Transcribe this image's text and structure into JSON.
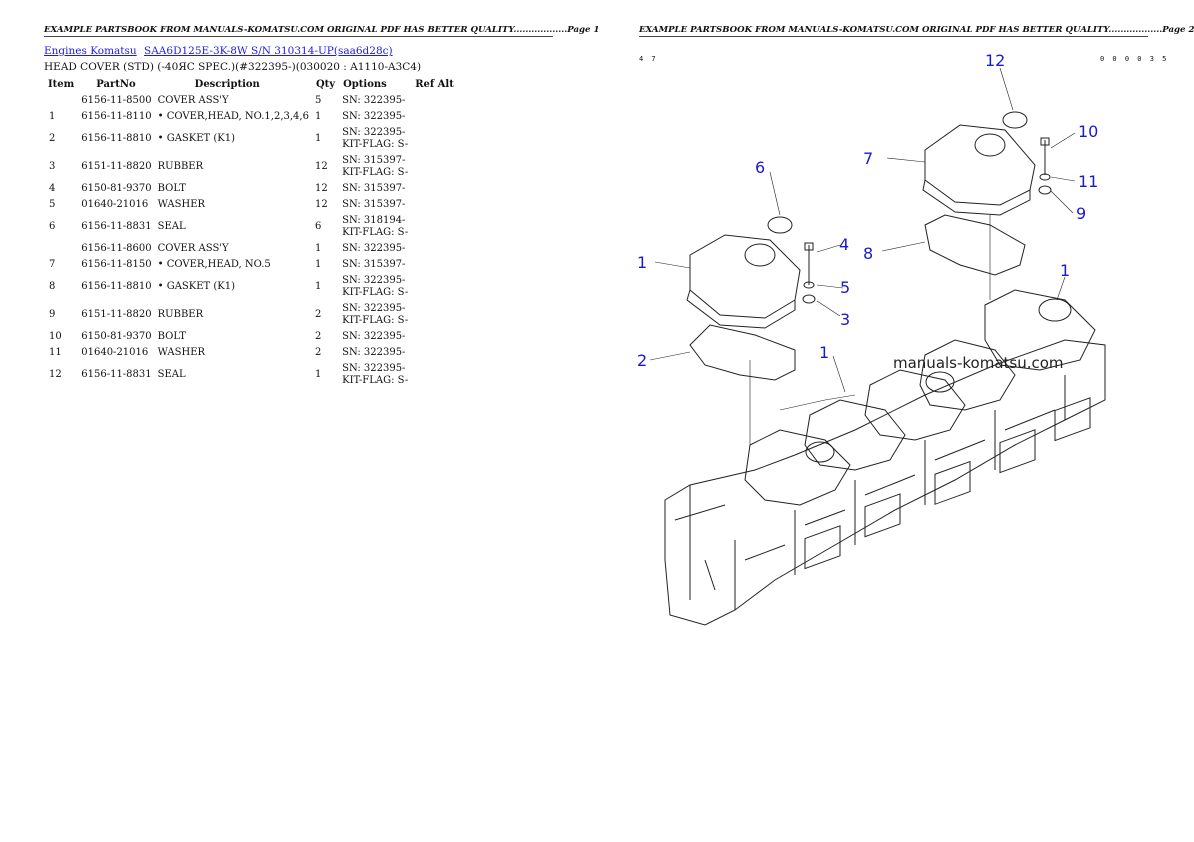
{
  "pages": [
    {
      "header": "EXAMPLE PARTSBOOK FROM MANUALS-KOMATSU.COM ORIGINAL PDF HAS BETTER QUALITY..................Page 1"
    },
    {
      "header": "EXAMPLE PARTSBOOK FROM MANUALS-KOMATSU.COM ORIGINAL PDF HAS BETTER QUALITY..................Page 2"
    }
  ],
  "breadcrumb": {
    "link1": "Engines Komatsu",
    "link2": "SAA6D125E-3K-8W S/N 310314-UP(saa6d28c)"
  },
  "section_title": "HEAD COVER (STD) (-40ЯC SPEC.)(#322395-)(030020 : A1110-A3C4)",
  "table": {
    "headers": [
      "Item",
      "PartNo",
      "Description",
      "Qty",
      "Options",
      "Ref Alt"
    ],
    "rows": [
      {
        "item": "",
        "part": "6156-11-8500",
        "desc": "COVER ASS'Y",
        "qty": "5",
        "opt1": "SN: 322395-",
        "opt2": ""
      },
      {
        "item": "1",
        "part": "6156-11-8110",
        "desc": "• COVER,HEAD, NO.1,2,3,4,6",
        "qty": "1",
        "opt1": "SN: 322395-",
        "opt2": ""
      },
      {
        "item": "2",
        "part": "6156-11-8810",
        "desc": "• GASKET (K1)",
        "qty": "1",
        "opt1": "SN: 322395-",
        "opt2": "KIT-FLAG: S-"
      },
      {
        "item": "3",
        "part": "6151-11-8820",
        "desc": "RUBBER",
        "qty": "12",
        "opt1": "SN: 315397-",
        "opt2": "KIT-FLAG: S-"
      },
      {
        "item": "4",
        "part": "6150-81-9370",
        "desc": "BOLT",
        "qty": "12",
        "opt1": "SN: 315397-",
        "opt2": ""
      },
      {
        "item": "5",
        "part": "01640-21016",
        "desc": "WASHER",
        "qty": "12",
        "opt1": "SN: 315397-",
        "opt2": ""
      },
      {
        "item": "6",
        "part": "6156-11-8831",
        "desc": "SEAL",
        "qty": "6",
        "opt1": "SN: 318194-",
        "opt2": "KIT-FLAG: S-"
      },
      {
        "item": "",
        "part": "6156-11-8600",
        "desc": "COVER ASS'Y",
        "qty": "1",
        "opt1": "SN: 322395-",
        "opt2": ""
      },
      {
        "item": "7",
        "part": "6156-11-8150",
        "desc": "• COVER,HEAD, NO.5",
        "qty": "1",
        "opt1": "SN: 315397-",
        "opt2": ""
      },
      {
        "item": "8",
        "part": "6156-11-8810",
        "desc": "• GASKET (K1)",
        "qty": "1",
        "opt1": "SN: 322395-",
        "opt2": "KIT-FLAG: S-"
      },
      {
        "item": "9",
        "part": "6151-11-8820",
        "desc": "RUBBER",
        "qty": "2",
        "opt1": "SN: 322395-",
        "opt2": "KIT-FLAG: S-"
      },
      {
        "item": "10",
        "part": "6150-81-9370",
        "desc": "BOLT",
        "qty": "2",
        "opt1": "SN: 322395-",
        "opt2": ""
      },
      {
        "item": "11",
        "part": "01640-21016",
        "desc": "WASHER",
        "qty": "2",
        "opt1": "SN: 322395-",
        "opt2": ""
      },
      {
        "item": "12",
        "part": "6156-11-8831",
        "desc": "SEAL",
        "qty": "1",
        "opt1": "SN: 322395-",
        "opt2": "KIT-FLAG: S-"
      }
    ]
  },
  "diagram": {
    "code_left": "4 7",
    "code_right": "0 0 0 0 3 5",
    "watermark": "manuals-komatsu.com",
    "callouts": [
      "12",
      "10",
      "7",
      "11",
      "9",
      "6",
      "4",
      "8",
      "1",
      "5",
      "3",
      "2",
      "1",
      "1"
    ],
    "callout_color": "#1a1acc"
  }
}
